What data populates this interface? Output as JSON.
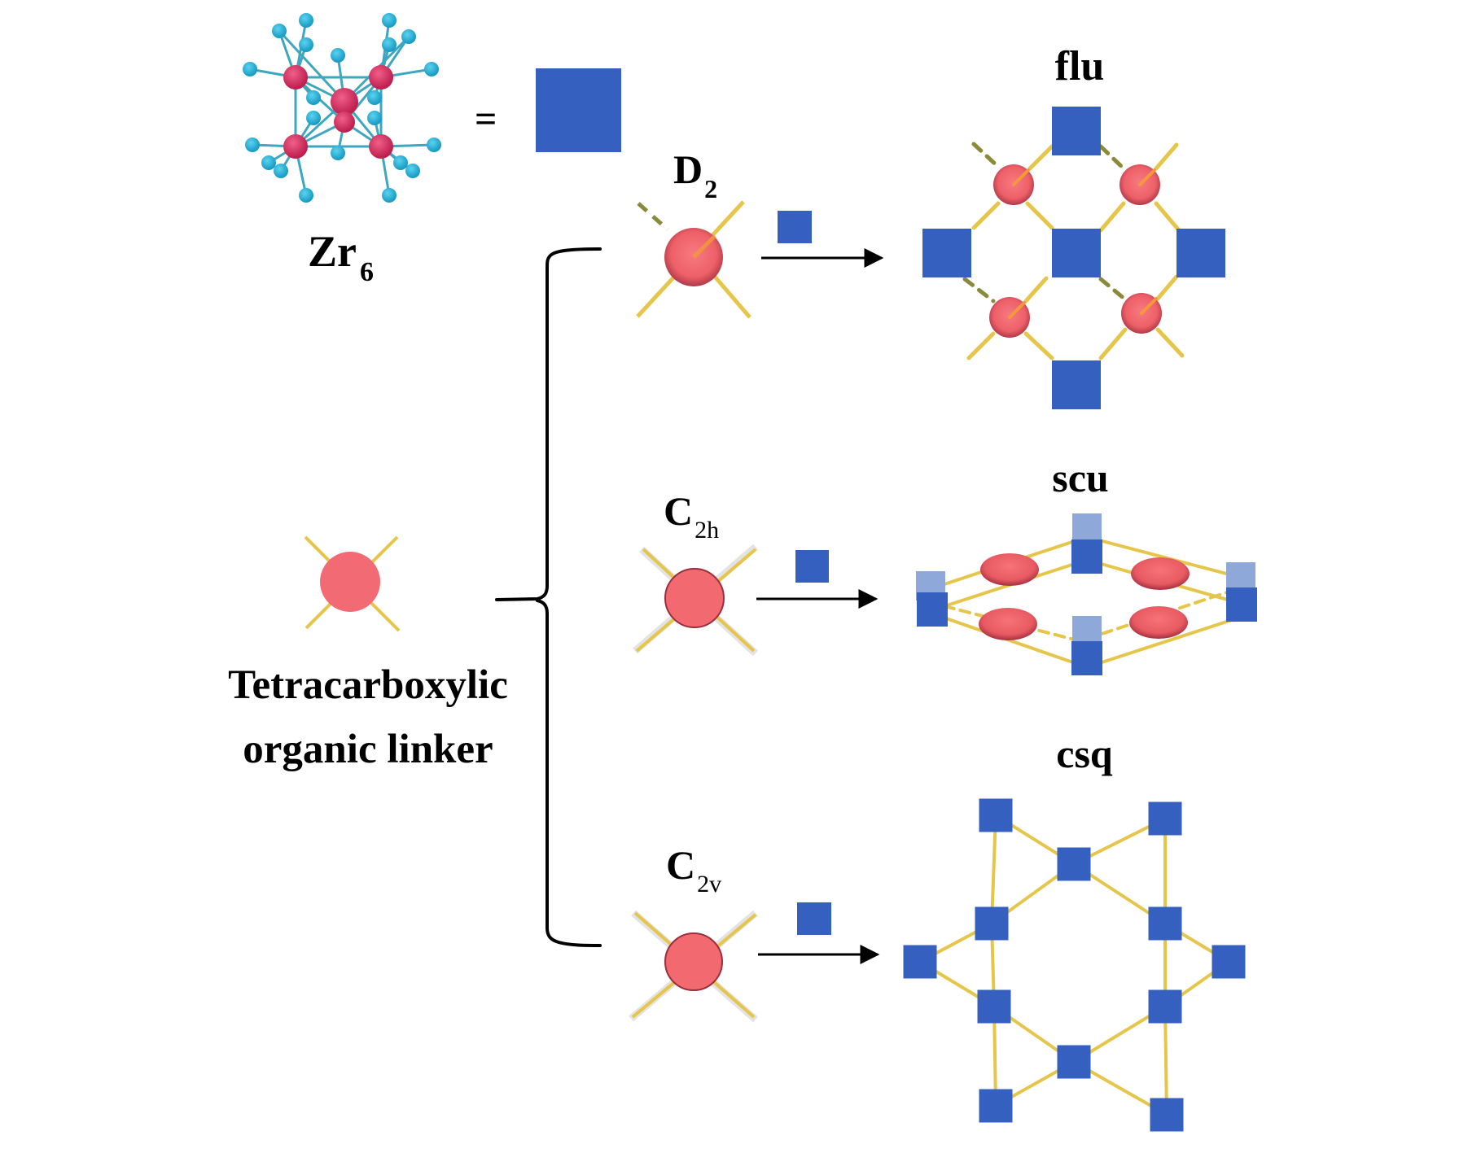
{
  "cluster": {
    "label_main": "Zr",
    "label_sub": "6",
    "equals": "=",
    "node_symbol": "blue-square-icon",
    "metal_color": "#D6325A",
    "ligand_color": "#2BB5D8"
  },
  "linker": {
    "label_line1": "Tetracarboxylic",
    "label_line2": "organic linker",
    "node_symbol": "pink-sphere-icon"
  },
  "colors": {
    "node_blue": "#3560BF",
    "node_blue_light": "#8EA8DA",
    "sphere_pink": "#F26A70",
    "sphere_edge": "#B03A48",
    "linker_yellow": "#E6C64A",
    "dash_olive": "#8A8A3A",
    "text": "#000000"
  },
  "rows": [
    {
      "symmetry_main": "D",
      "symmetry_sub": "2",
      "topology": "flu"
    },
    {
      "symmetry_main": "C",
      "symmetry_sub": "2h",
      "topology": "scu"
    },
    {
      "symmetry_main": "C",
      "symmetry_sub": "2v",
      "topology": "csq"
    }
  ]
}
